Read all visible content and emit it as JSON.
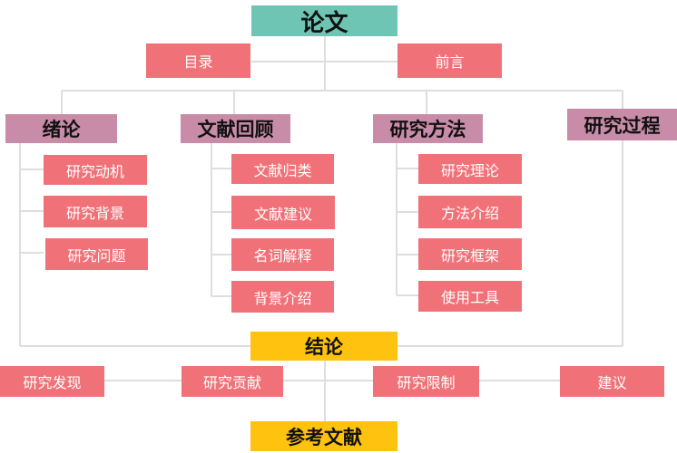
{
  "root": "论文",
  "top_items": [
    "目录",
    "前言"
  ],
  "sections": [
    {
      "title": "绪论",
      "items": [
        "研究动机",
        "研究背景",
        "研究问题"
      ]
    },
    {
      "title": "文献回顾",
      "items": [
        "文献归类",
        "文献建议",
        "名词解释",
        "背景介绍"
      ]
    },
    {
      "title": "研究方法",
      "items": [
        "研究理论",
        "方法介绍",
        "研究框架",
        "使用工具"
      ]
    },
    {
      "title": "研究过程",
      "items": []
    }
  ],
  "conclusion": {
    "title": "结论",
    "items": [
      "研究发现",
      "研究贡献",
      "研究限制",
      "建议"
    ]
  },
  "references": "参考文献",
  "colors": {
    "root": "#6fc5b4",
    "section": "#c98ca8",
    "item": "#f07278",
    "conclusion": "#ffc20e",
    "line": "#dedede"
  }
}
